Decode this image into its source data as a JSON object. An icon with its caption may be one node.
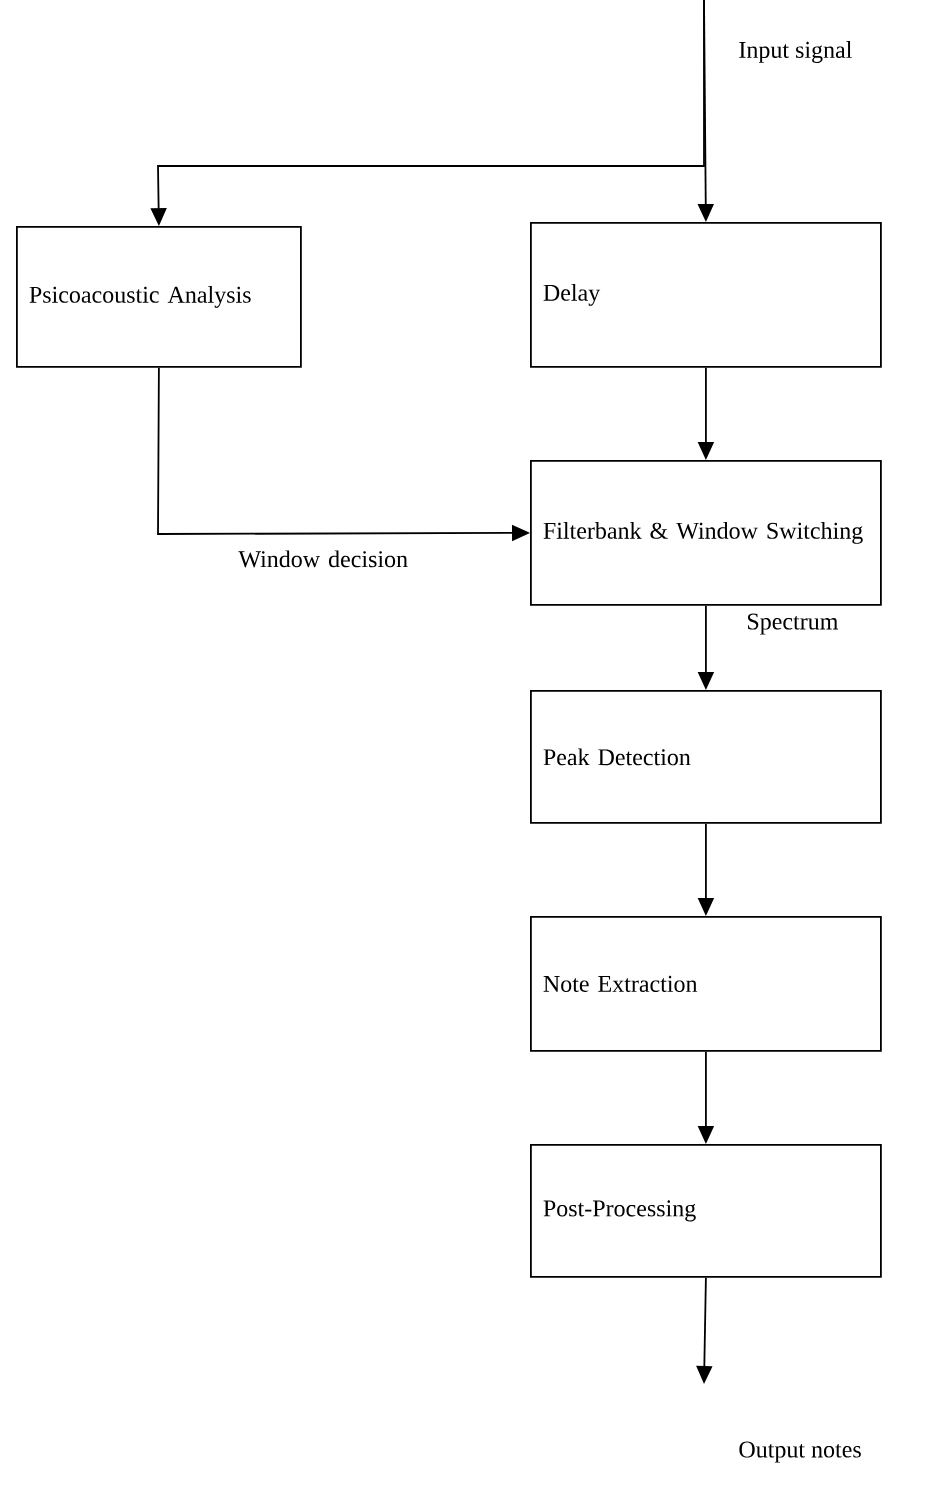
{
  "diagram": {
    "nodes": [
      {
        "text": [
          "Psicoacoustic Analysis"
        ]
      },
      {
        "text": [
          "Delay"
        ]
      },
      {
        "text": [
          "Filterbank & Window Switching"
        ]
      },
      {
        "text": [
          "Peak Detection"
        ]
      },
      {
        "text": [
          "Note Extraction"
        ]
      },
      {
        "text": [
          "Post-Processing"
        ]
      }
    ],
    "edges": [
      {
        "from": null,
        "to": 0,
        "arrow": "to"
      },
      {
        "from": null,
        "to": 1,
        "arrow": "to"
      },
      {
        "from": 0,
        "to": 2,
        "arrow": "to",
        "label": "Window decision"
      },
      {
        "from": 1,
        "to": 2,
        "arrow": "to"
      },
      {
        "from": 2,
        "to": 3,
        "arrow": "to",
        "label": "Spectrum"
      },
      {
        "from": 3,
        "to": 4,
        "arrow": "to"
      },
      {
        "from": 4,
        "to": 5,
        "arrow": "to"
      },
      {
        "from": 5,
        "to": null,
        "arrow": "to"
      }
    ],
    "labels": [
      "Input signal",
      "Output notes"
    ]
  }
}
